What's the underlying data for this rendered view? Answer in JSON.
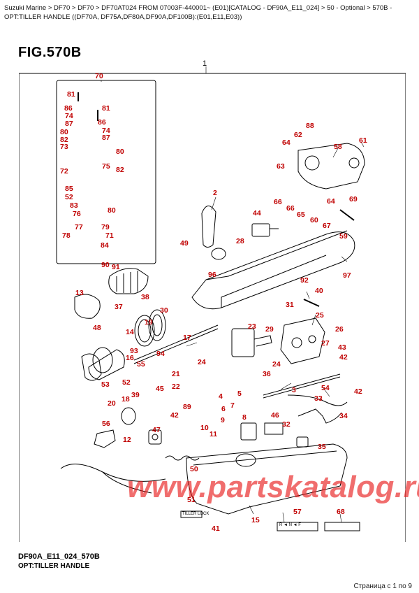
{
  "breadcrumb": "Suzuki Marine > DF70 > DF70 > DF70AT024 FROM 07003F-440001~ (E01)[CATALOG - DF90A_E11_024] > 50 - Optional > 570B - OPT:TILLER HANDLE ((DF70A, DF75A,DF80A,DF90A,DF100B):(E01,E11,E03))",
  "figure_title": "FIG.570B",
  "footer_code": "DF90A_E11_024_570B",
  "footer_subtitle": "OPT:TILLER HANDLE",
  "watermark": "www.partskatalog.ru",
  "page_counter": "Страница с 1 по 9",
  "small_labels": {
    "tiller_lock": "TILLER LOCK",
    "gear_marks": "R ◄ N ◄ F"
  },
  "colors": {
    "callout": "#c00000",
    "watermark": "#e61414",
    "line": "#000000"
  },
  "callouts": {
    "c1": "1",
    "c70": "70",
    "c81a": "81",
    "c86a": "86",
    "c81b": "81",
    "c74a": "74",
    "c87a": "87",
    "c86b": "86",
    "c80a": "80",
    "c74b": "74",
    "c82a": "82",
    "c87b": "87",
    "c73": "73",
    "c80b": "80",
    "c75": "75",
    "c82b": "82",
    "c72": "72",
    "c85": "85",
    "c52": "52",
    "c83": "83",
    "c80c": "80",
    "c76": "76",
    "c77": "77",
    "c79": "79",
    "c78": "78",
    "c71": "71",
    "c84": "84",
    "c2": "2",
    "c88": "88",
    "c62": "62",
    "c64a": "64",
    "c61": "61",
    "c58": "58",
    "c63": "63",
    "c66": "66",
    "c66b": "66",
    "c65": "65",
    "c60": "60",
    "c67": "67",
    "c64b": "64",
    "c69": "69",
    "c44": "44",
    "c59": "59",
    "c49": "49",
    "c28": "28",
    "c97": "97",
    "c90": "90",
    "c91": "91",
    "c96": "96",
    "c92": "92",
    "c40": "40",
    "c31": "31",
    "c13": "13",
    "c37": "37",
    "c38": "38",
    "c48": "48",
    "c30": "30",
    "c25": "25",
    "c19": "19",
    "c14": "14",
    "c23": "23",
    "c29": "29",
    "c26": "26",
    "c27": "27",
    "c43": "43",
    "c17": "17",
    "c93": "93",
    "c94": "94",
    "c16": "16",
    "c55": "55",
    "c24a": "24",
    "c24b": "24",
    "c42a": "42",
    "c36": "36",
    "c3": "3",
    "c54": "54",
    "c42b": "42",
    "c21": "21",
    "c22": "22",
    "c53": "53",
    "c18": "18",
    "c39": "39",
    "c20": "20",
    "c45": "45",
    "c4": "4",
    "c5": "5",
    "c7": "7",
    "c6": "6",
    "c89": "89",
    "c42c": "42",
    "c9": "9",
    "c8": "8",
    "c46": "46",
    "c33": "33",
    "c34": "34",
    "c56": "56",
    "c47": "47",
    "c32": "32",
    "c12": "12",
    "c10": "10",
    "c11": "11",
    "c35": "35",
    "c50": "50",
    "c51": "51",
    "c41": "41",
    "c15": "15",
    "c57": "57",
    "c68": "68"
  }
}
